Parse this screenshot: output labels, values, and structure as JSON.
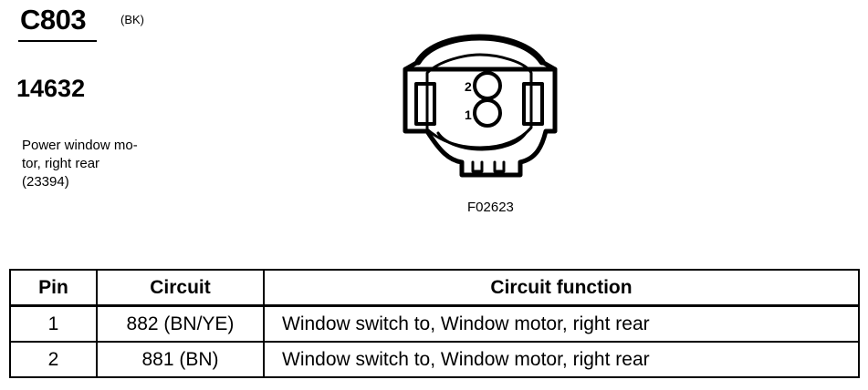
{
  "connector": {
    "id": "C803",
    "color": "(BK)",
    "part_number": "14632",
    "description_lines": [
      "Power window mo-",
      "tor, right rear",
      "(23394)"
    ]
  },
  "figure": {
    "id": "F02623",
    "pin_labels": [
      "2",
      "1"
    ]
  },
  "table": {
    "headers": [
      "Pin",
      "Circuit",
      "Circuit function"
    ],
    "rows": [
      {
        "pin": "1",
        "circuit": "882 (BN/YE)",
        "function": "Window switch to, Window motor, right rear"
      },
      {
        "pin": "2",
        "circuit": "881 (BN)",
        "function": "Window switch to, Window motor, right rear"
      }
    ]
  }
}
